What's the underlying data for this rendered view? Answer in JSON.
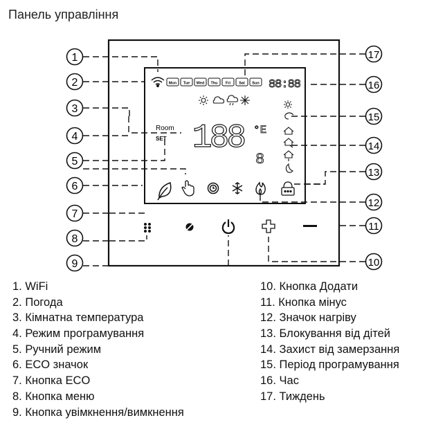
{
  "title": "Панель управління",
  "callout_numbers": [
    "1",
    "2",
    "3",
    "4",
    "5",
    "6",
    "7",
    "8",
    "9",
    "10",
    "11",
    "12",
    "13",
    "14",
    "15",
    "16",
    "17"
  ],
  "display": {
    "days": [
      "Mon",
      "Tue",
      "Wed",
      "Thu",
      "Fri",
      "Sat",
      "Sun"
    ],
    "time_digits": "88:88",
    "room_label": "Room",
    "set_label": "SET",
    "temp_digits": "188",
    "set_digits": "188",
    "celsius_unit": "°E",
    "decimal_digit": "8"
  },
  "legend_left": [
    "1. WiFi",
    "2. Погода",
    "3. Кімнатна температура",
    "4. Режим програмування",
    "5. Ручний режим",
    "6. ECO значок",
    "7. Кнопка ECO",
    "8. Кнопка меню",
    "9. Кнопка увімкнення/вимкнення"
  ],
  "legend_right": [
    "10. Кнопка Додати",
    "11. Кнопка мінус",
    "12. Значок нагріву",
    "13. Блокування від дітей",
    "14. Захист від замерзання",
    "15. Період програмування",
    "16. Час",
    "17. Тиждень"
  ]
}
